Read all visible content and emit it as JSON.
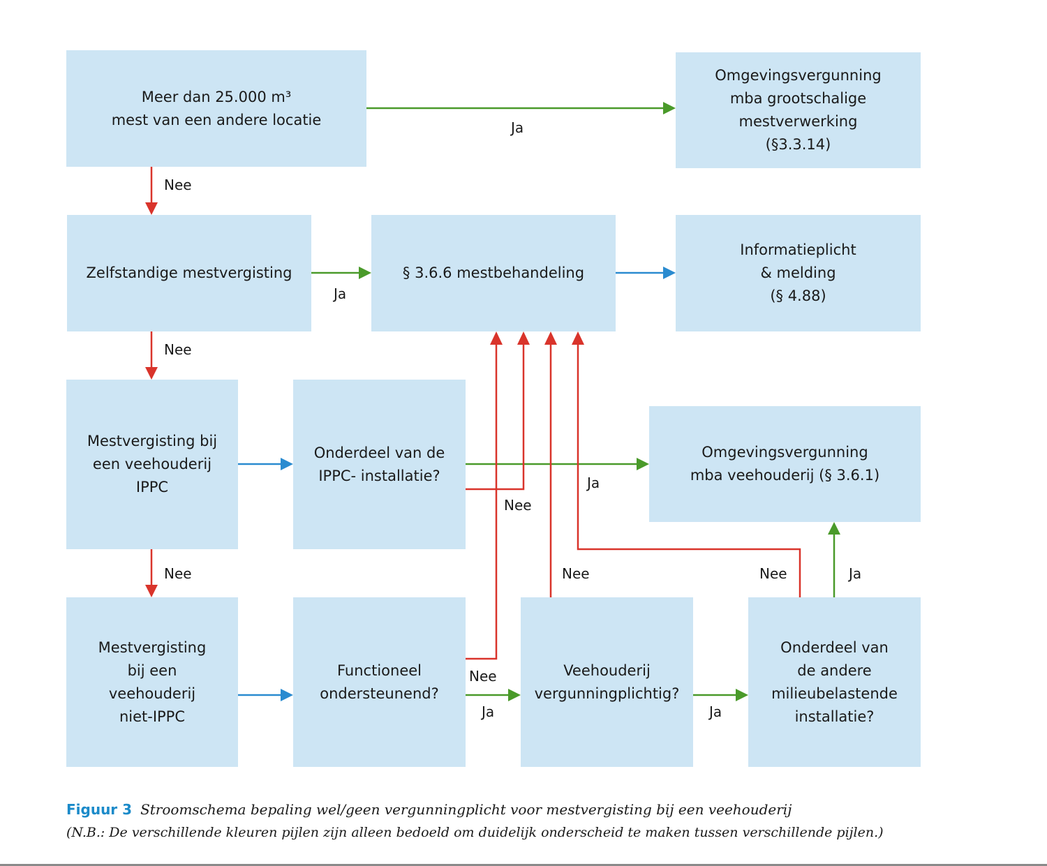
{
  "boxes": {
    "meer_dan": "Meer dan 25.000 m³\nmest van een andere locatie",
    "omgevingsvergunning_grootschalig": "Omgevingsvergunning\nmba grootschalige\nmestverwerking\n(§3.3.14)",
    "zelfstandige": "Zelfstandige mestvergisting",
    "mestbehandeling": "§ 3.6.6 mestbehandeling",
    "informatieplicht": "Informatieplicht\n& melding\n(§ 4.88)",
    "mestvergisting_ippc": "Mestvergisting bij\neen veehouderij\nIPPC",
    "onderdeel_ippc": "Onderdeel van de\nIPPC- installatie?",
    "omgevingsvergunning_veehouderij": "Omgevingsvergunning\nmba veehouderij (§ 3.6.1)",
    "mestvergisting_niet_ippc": "Mestvergisting\nbij een\nveehouderij\nniet-IPPC",
    "functioneel": "Functioneel\nondersteunend?",
    "veehouderij_vergunningplichtig": "Veehouderij\nvergunningplichtig?",
    "onderdeel_andere": "Onderdeel van\nde andere\nmilieubelastende\ninstallatie?"
  },
  "labels": {
    "ja": "Ja",
    "nee": "Nee"
  },
  "colors": {
    "box_fill": "#cde5f4",
    "arrow_green": "#4a9a2a",
    "arrow_red": "#d9342b",
    "arrow_blue": "#2a8bd0",
    "figure_number": "#1a8ac9"
  },
  "caption": {
    "figure_number": "Figuur 3",
    "line1": "Stroomschema bepaling wel/geen vergunningplicht voor mestvergisting bij een veehouderij",
    "line2": "(N.B.: De verschillende kleuren pijlen zijn alleen bedoeld om duidelijk onderscheid te maken tussen verschillende pijlen.)"
  }
}
